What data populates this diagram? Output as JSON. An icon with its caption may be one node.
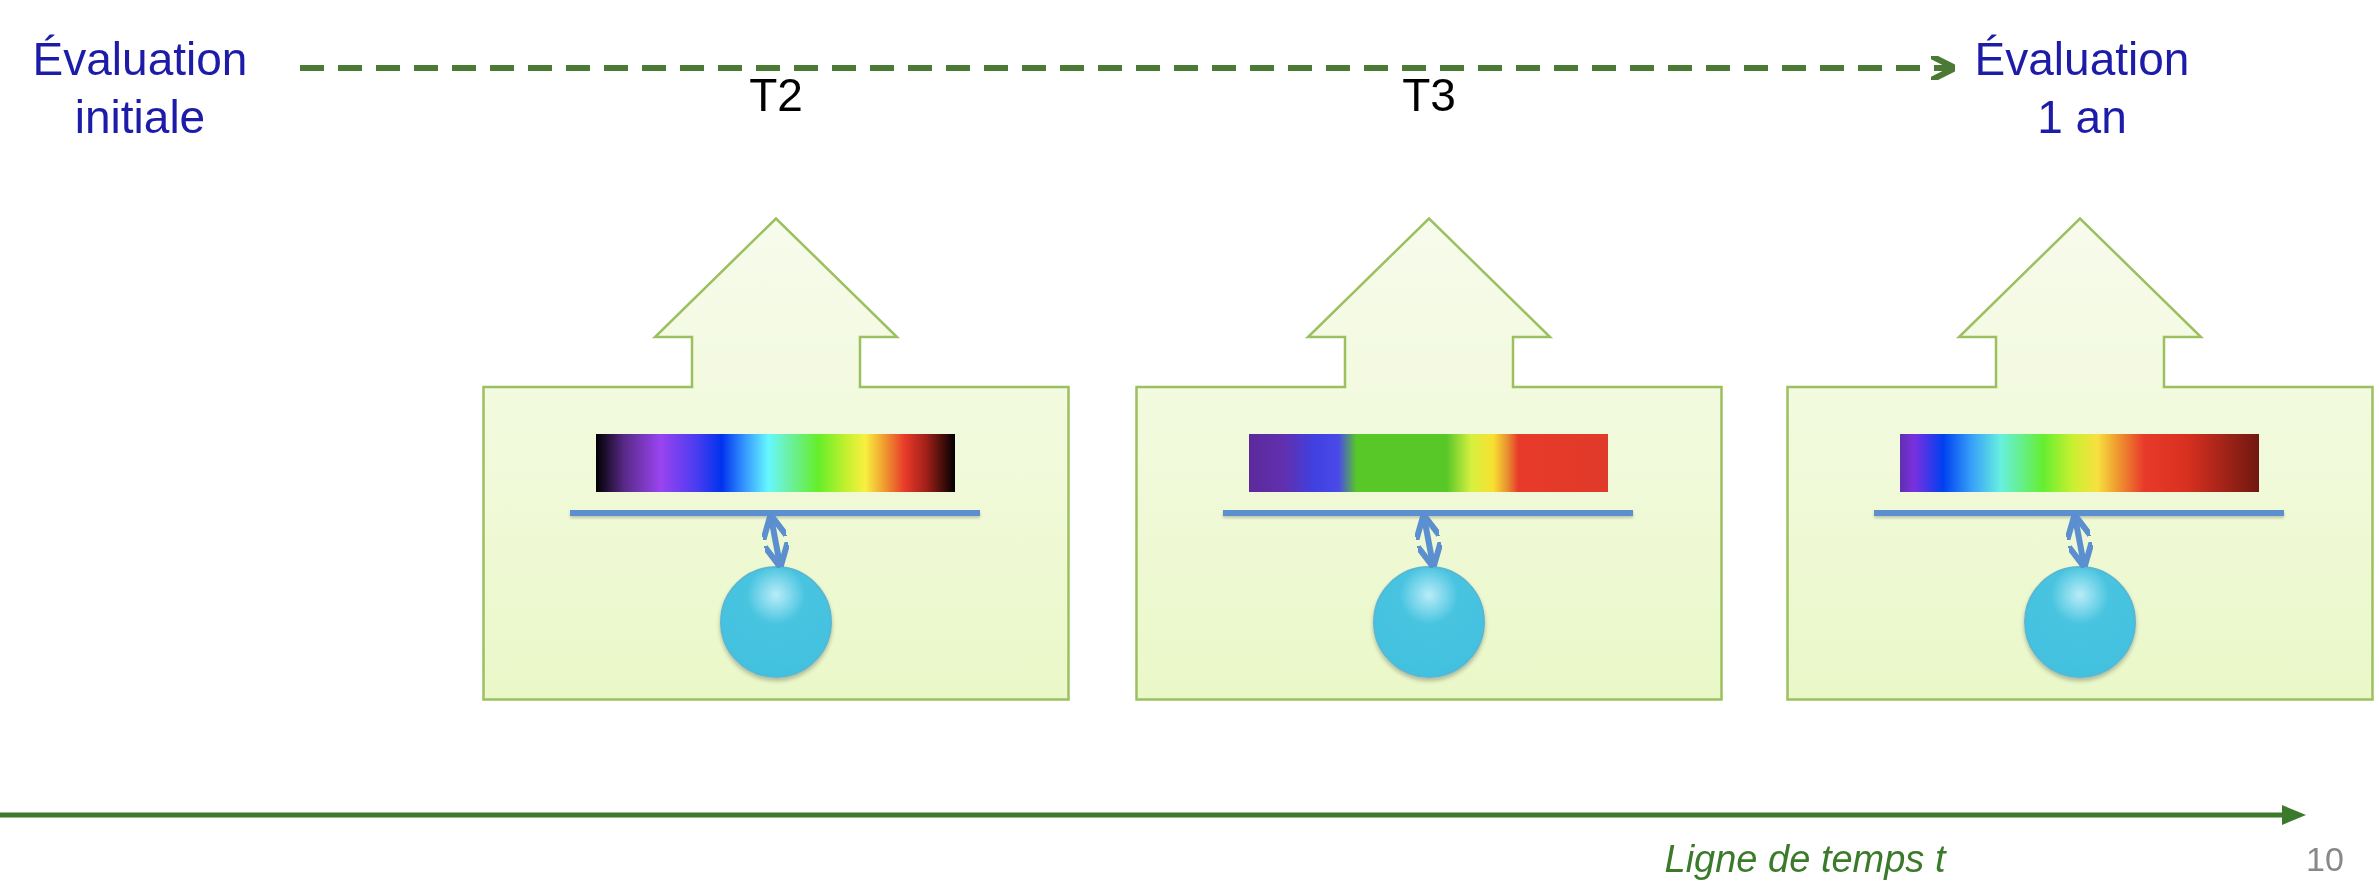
{
  "diagram": {
    "nodes": [
      {
        "text": [
          "Évaluation initiale"
        ]
      },
      {
        "text": [
          "Évaluation 1 an"
        ]
      },
      {
        "text": [],
        "shape": "house",
        "beside": [
          "T2"
        ]
      },
      {
        "text": [],
        "shape": "picture",
        "in": 2
      },
      {
        "text": [],
        "shape": "bar",
        "in": 2
      },
      {
        "text": [],
        "shape": "circle",
        "in": 2
      },
      {
        "text": [],
        "shape": "house",
        "beside": [
          "T3"
        ]
      },
      {
        "text": [],
        "shape": "picture",
        "in": 6
      },
      {
        "text": [],
        "shape": "bar",
        "in": 6
      },
      {
        "text": [],
        "shape": "circle",
        "in": 6
      },
      {
        "text": [],
        "shape": "house"
      },
      {
        "text": [],
        "shape": "picture",
        "in": 10
      },
      {
        "text": [],
        "shape": "bar",
        "in": 10
      },
      {
        "text": [],
        "shape": "circle",
        "in": 10
      }
    ],
    "edges": [
      {
        "from": 0,
        "to": 1,
        "arrow": "to",
        "style": "dashed",
        "color": "#4a7a34"
      },
      {
        "from": 4,
        "to": 5,
        "arrow": "both"
      },
      {
        "from": 8,
        "to": 9,
        "arrow": "both"
      },
      {
        "from": 12,
        "to": 13,
        "arrow": "both"
      }
    ],
    "labels": [
      "Ligne de temps t",
      "10"
    ]
  }
}
